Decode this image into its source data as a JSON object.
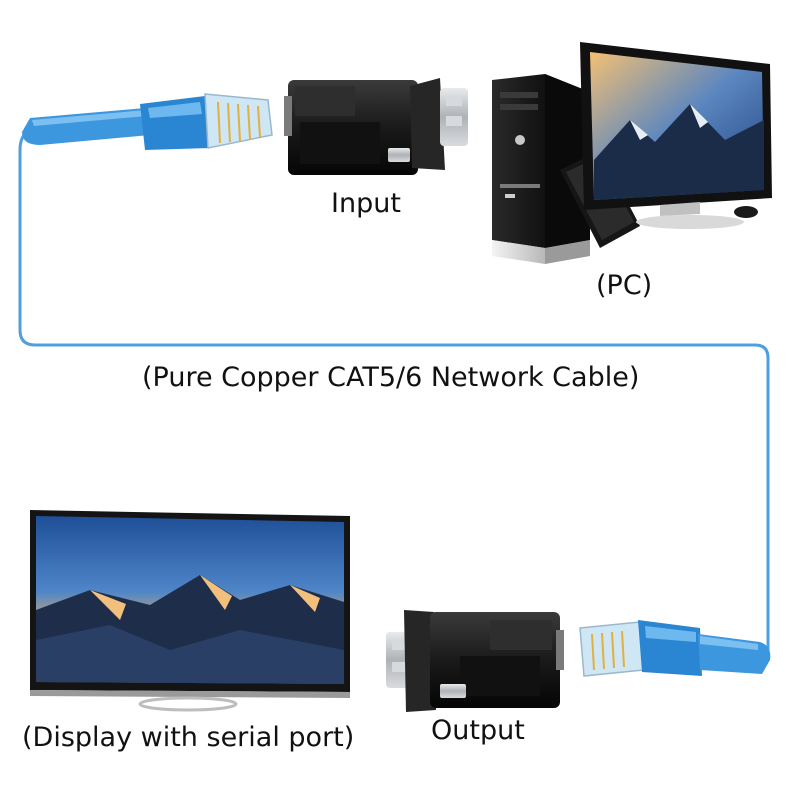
{
  "labels": {
    "input": "Input",
    "pc": "(PC)",
    "cable": "(Pure Copper CAT5/6 Network Cable)",
    "output": "Output",
    "display": "(Display with serial port)"
  },
  "colors": {
    "cable_blue": "#2f8fd8",
    "cable_blue_light": "#5fb0ee",
    "adapter_black": "#1c1c1c",
    "metal": "#c9ccd0",
    "screen_sky_top": "#2a5fa8",
    "screen_sky_glow": "#f0a848",
    "mountain_dark": "#1a2a44",
    "pc_black": "#141414"
  },
  "icons": {
    "rj45_plug_top": "rj45-plug-icon",
    "rj45_plug_bottom": "rj45-plug-icon",
    "input_adapter": "db9-adapter-icon",
    "output_adapter": "db9-adapter-icon",
    "pc": "desktop-pc-icon",
    "display": "display-monitor-icon"
  }
}
